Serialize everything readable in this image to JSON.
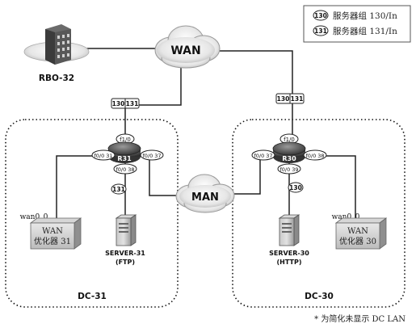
{
  "legend": {
    "items": [
      {
        "badge": "130",
        "text": "服务器组 130/In"
      },
      {
        "badge": "131",
        "text": "服务器组 131/In"
      }
    ]
  },
  "clouds": {
    "wan": "WAN",
    "man": "MAN"
  },
  "sites": {
    "rbo": "RBO-32",
    "dc31": "DC-31",
    "dc30": "DC-30"
  },
  "routers": {
    "r31": {
      "name": "R31",
      "if_top": "f1/0",
      "if_left": "f0/0 31",
      "if_right": "f0/0 37",
      "if_bottom": "f0/0 38"
    },
    "r30": {
      "name": "R30",
      "if_top": "f1/0",
      "if_left": "f0/0 37",
      "if_right": "f0/0 38",
      "if_bottom": "f0/0 39"
    }
  },
  "badges": {
    "r31_uplink": [
      "130",
      "131"
    ],
    "r30_uplink": [
      "130",
      "131"
    ],
    "server31": "131",
    "server30": "130"
  },
  "devices": {
    "wan31": {
      "port": "wan0_0",
      "line1": "WAN",
      "line2": "优化器 31"
    },
    "wan30": {
      "port": "wan0_0",
      "line1": "WAN",
      "line2": "优化器 30"
    },
    "server31": {
      "name": "SERVER-31",
      "proto": "(FTP)"
    },
    "server30": {
      "name": "SERVER-30",
      "proto": "(HTTP)"
    }
  },
  "footnote": "* 为简化未显示 DC LAN"
}
